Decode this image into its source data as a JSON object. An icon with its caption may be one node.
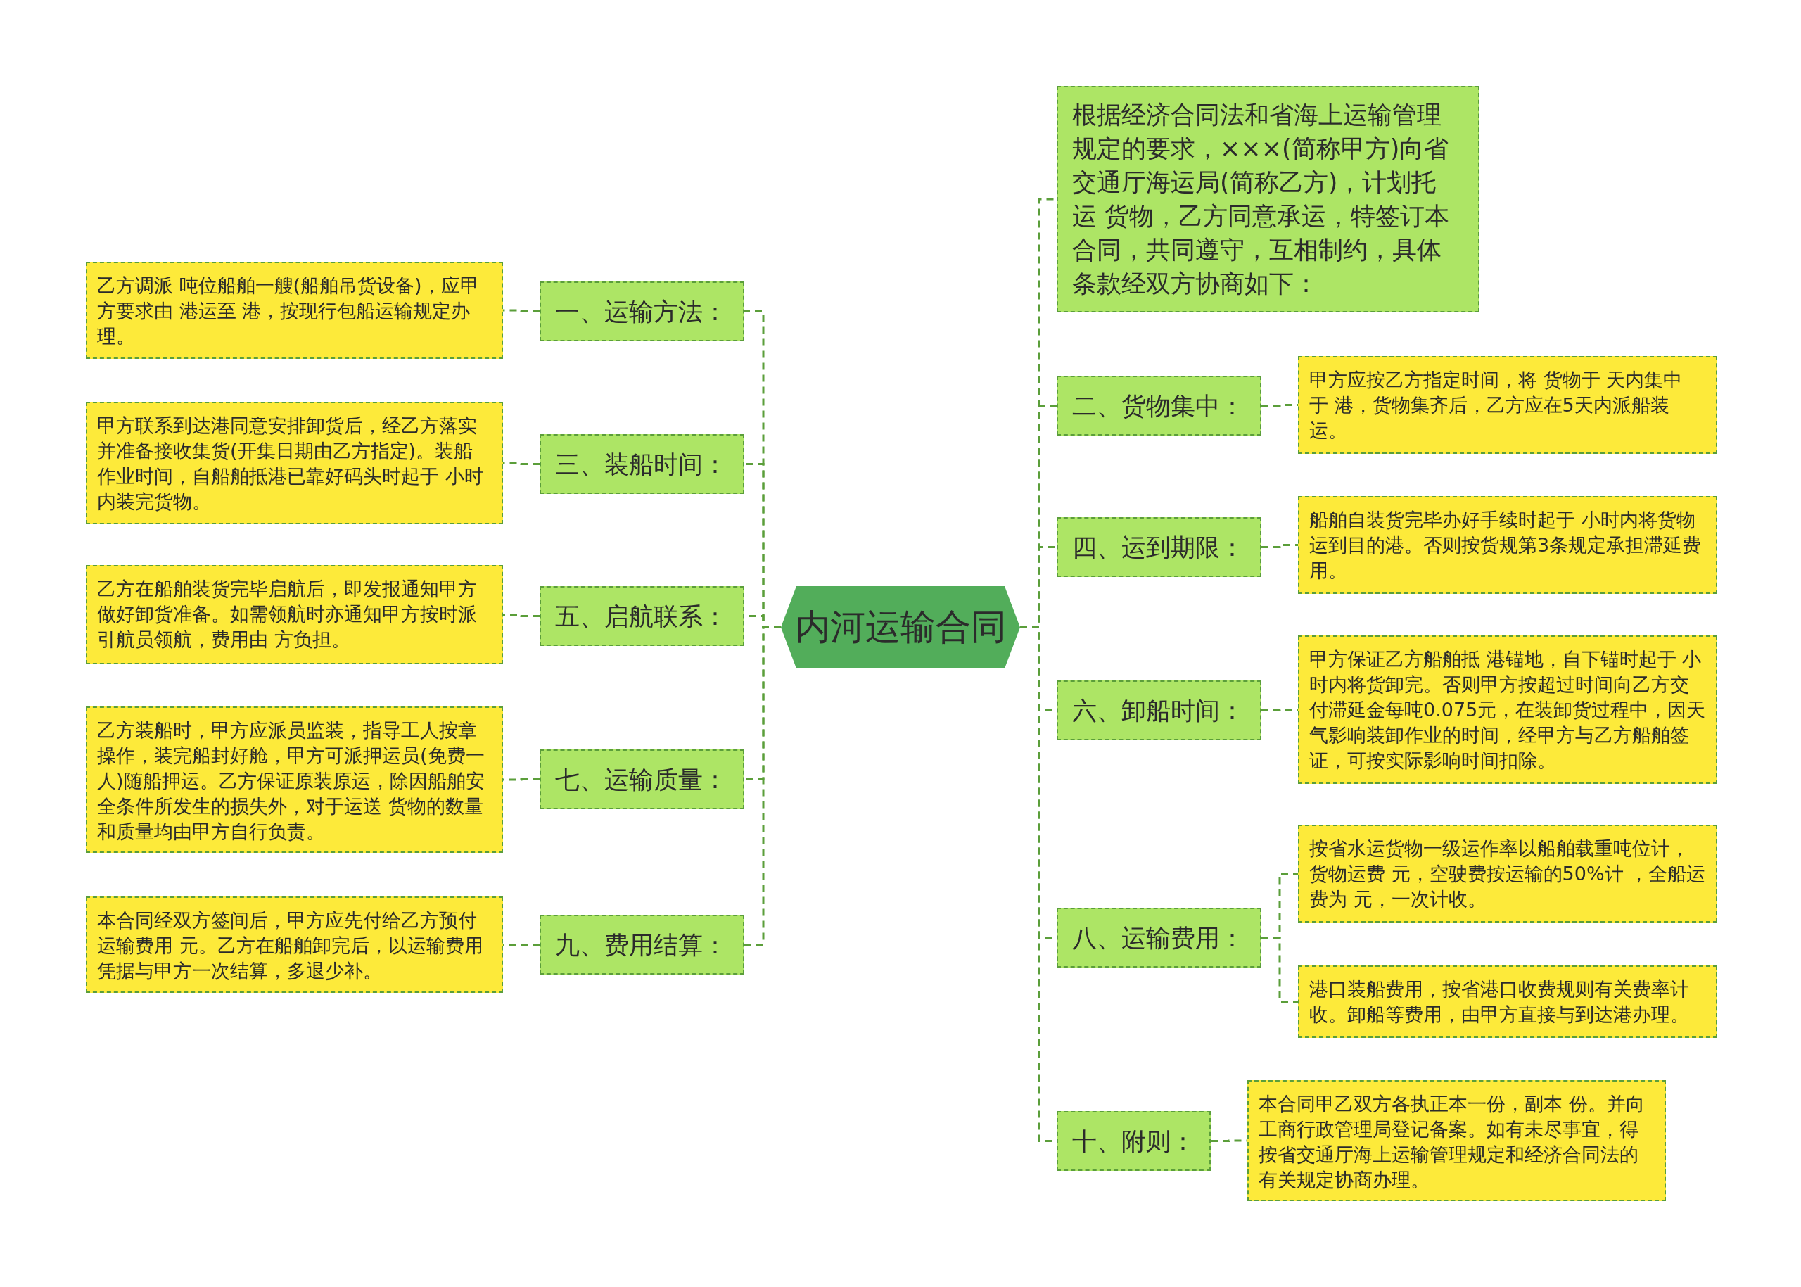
{
  "diagram": {
    "nodes": [
      {
        "text": [
          "内河运输合同"
        ]
      },
      {
        "text": [
          "根据经济合同法和省海上运输管理规定的要求，×××(简称甲方)向省交通厅海运局(简称乙方)，计划托运 货物，乙方同意承运，特签订本合同，共同遵守，互相制约，具体条款经双方协商如下："
        ]
      },
      {
        "text": [
          "一、运输方法："
        ]
      },
      {
        "text": [
          "乙方调派 吨位船舶一艘(船舶吊货设备)，应甲方要求由 港运至 港，按现行包船运输规定办理。"
        ]
      },
      {
        "text": [
          "二、货物集中："
        ]
      },
      {
        "text": [
          "甲方应按乙方指定时间，将 货物于 天内集中于 港，货物集齐后，乙方应在5天内派船装运。"
        ]
      },
      {
        "text": [
          "三、装船时间："
        ]
      },
      {
        "text": [
          "甲方联系到达港同意安排卸货后，经乙方落实并准备接收集货(开集日期由乙方指定)。装船作业时间，自船舶抵港已靠好码头时起于 小时内装完货物。"
        ]
      },
      {
        "text": [
          "四、运到期限："
        ]
      },
      {
        "text": [
          "船舶自装货完毕办好手续时起于 小时内将货物运到目的港。否则按货规第3条规定承担滞延费用。"
        ]
      },
      {
        "text": [
          "五、启航联系："
        ]
      },
      {
        "text": [
          "乙方在船舶装货完毕启航后，即发报通知甲方做好卸货准备。如需领航时亦通知甲方按时派引航员领航，费用由 方负担。"
        ]
      },
      {
        "text": [
          "六、卸船时间："
        ]
      },
      {
        "text": [
          "甲方保证乙方船舶抵 港锚地，自下锚时起于 小时内将货卸完。否则甲方按超过时间向乙方交付滞延金每吨0.075元，在装卸货过程中，因天气影响装卸作业的时间，经甲方与乙方船舶签证，可按实际影响时间扣除。"
        ]
      },
      {
        "text": [
          "七、运输质量："
        ]
      },
      {
        "text": [
          "乙方装船时，甲方应派员监装，指导工人按章操作，装完船封好舱，甲方可派押运员(免费一人)随船押运。乙方保证原装原运，除因船舶安全条件所发生的损失外，对于运送 货物的数量和质量均由甲方自行负责。"
        ]
      },
      {
        "text": [
          "八、运输费用："
        ]
      },
      {
        "text": [
          "按省水运货物一级运作率以船舶载重吨位计，货物运费 元，空驶费按运输的50%计 ，全船运费为 元，一次计收。"
        ]
      },
      {
        "text": [
          "港口装船费用，按省港口收费规则有关费率计收。卸船等费用，由甲方直接与到达港办理。"
        ]
      },
      {
        "text": [
          "九、费用结算："
        ]
      },
      {
        "text": [
          "本合同经双方签间后，甲方应先付给乙方预付运输费用 元。乙方在船舶卸完后，以运输费用凭据与甲方一次结算，多退少补。"
        ]
      },
      {
        "text": [
          "十、附则："
        ]
      },
      {
        "text": [
          "本合同甲乙双方各执正本一份，副本 份。并向工商行政管理局登记备案。如有未尽事宜，得按省交通厅海上运输管理规定和经济合同法的有关规定协商办理。"
        ]
      }
    ],
    "edges": [
      {
        "from": 0,
        "to": 1,
        "arrow": "none",
        "style": "dashed"
      },
      {
        "from": 0,
        "to": 2,
        "arrow": "none",
        "style": "dashed"
      },
      {
        "from": 2,
        "to": 3,
        "arrow": "none",
        "style": "dashed"
      },
      {
        "from": 0,
        "to": 4,
        "arrow": "none",
        "style": "dashed"
      },
      {
        "from": 4,
        "to": 5,
        "arrow": "none",
        "style": "dashed"
      },
      {
        "from": 0,
        "to": 6,
        "arrow": "none",
        "style": "dashed"
      },
      {
        "from": 6,
        "to": 7,
        "arrow": "none",
        "style": "dashed"
      },
      {
        "from": 0,
        "to": 8,
        "arrow": "none",
        "style": "dashed"
      },
      {
        "from": 8,
        "to": 9,
        "arrow": "none",
        "style": "dashed"
      },
      {
        "from": 0,
        "to": 10,
        "arrow": "none",
        "style": "dashed"
      },
      {
        "from": 10,
        "to": 11,
        "arrow": "none",
        "style": "dashed"
      },
      {
        "from": 0,
        "to": 12,
        "arrow": "none",
        "style": "dashed"
      },
      {
        "from": 12,
        "to": 13,
        "arrow": "none",
        "style": "dashed"
      },
      {
        "from": 0,
        "to": 14,
        "arrow": "none",
        "style": "dashed"
      },
      {
        "from": 14,
        "to": 15,
        "arrow": "none",
        "style": "dashed"
      },
      {
        "from": 0,
        "to": 16,
        "arrow": "none",
        "style": "dashed"
      },
      {
        "from": 16,
        "to": 17,
        "arrow": "none",
        "style": "dashed"
      },
      {
        "from": 16,
        "to": 18,
        "arrow": "none",
        "style": "dashed"
      },
      {
        "from": 0,
        "to": 19,
        "arrow": "none",
        "style": "dashed"
      },
      {
        "from": 19,
        "to": 20,
        "arrow": "none",
        "style": "dashed"
      },
      {
        "from": 0,
        "to": 21,
        "arrow": "none",
        "style": "dashed"
      },
      {
        "from": 21,
        "to": 22,
        "arrow": "none",
        "style": "dashed"
      }
    ]
  }
}
